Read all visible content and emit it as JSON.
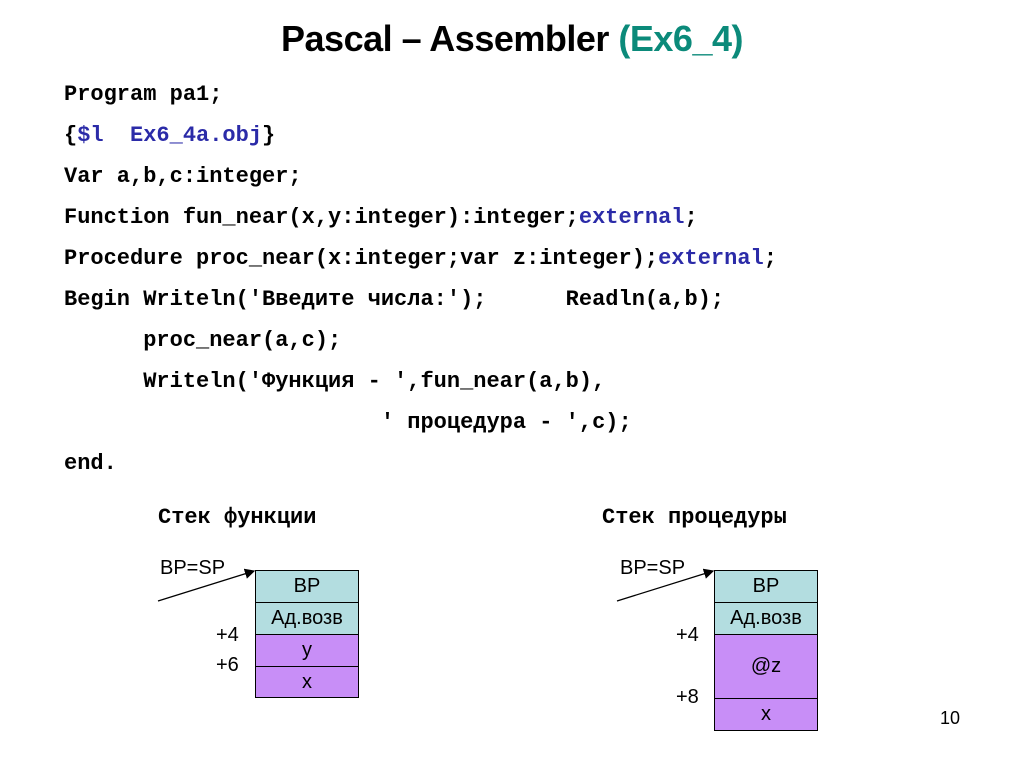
{
  "slide": {
    "title_main": "Pascal – Assembler ",
    "title_accent": "(Ex6_4)",
    "colors": {
      "accent": "#0b8a7a",
      "keyword": "#2b2ba8",
      "cell_header": "#b3dde0",
      "cell_data": "#c88ef7"
    },
    "page_number": "10"
  },
  "code": {
    "l1": "Program pa1;",
    "l2_open": "{",
    "l2_directive": "$l  Ex6_4a.obj",
    "l2_close": "}",
    "l3": "Var a,b,c:integer;",
    "l4_text": "Function fun_near(x,y:integer):integer;",
    "l4_kw": "external",
    "l4_end": ";",
    "l5_text": "Procedure proc_near(x:integer;var z:integer);",
    "l5_kw": "external",
    "l5_end": ";",
    "l6": "Begin Writeln('Введите числа:');      Readln(a,b);",
    "l7": "      proc_near(a,c);",
    "l8": "      Writeln('Функция - ',fun_near(a,b),",
    "l9": "                        ' процедура - ',c);",
    "l10": "end."
  },
  "stacks": {
    "function": {
      "caption": "Стек функции",
      "pointer_label": "BP=SP",
      "offsets": [
        "+4",
        "+6"
      ],
      "cells": [
        "BP",
        "Ад.возв",
        "y",
        "x"
      ]
    },
    "procedure": {
      "caption": "Стек процедуры",
      "pointer_label": "BP=SP",
      "offsets": [
        "+4",
        "+8"
      ],
      "cells": [
        "BP",
        "Ад.возв",
        "@z",
        "x"
      ]
    }
  }
}
